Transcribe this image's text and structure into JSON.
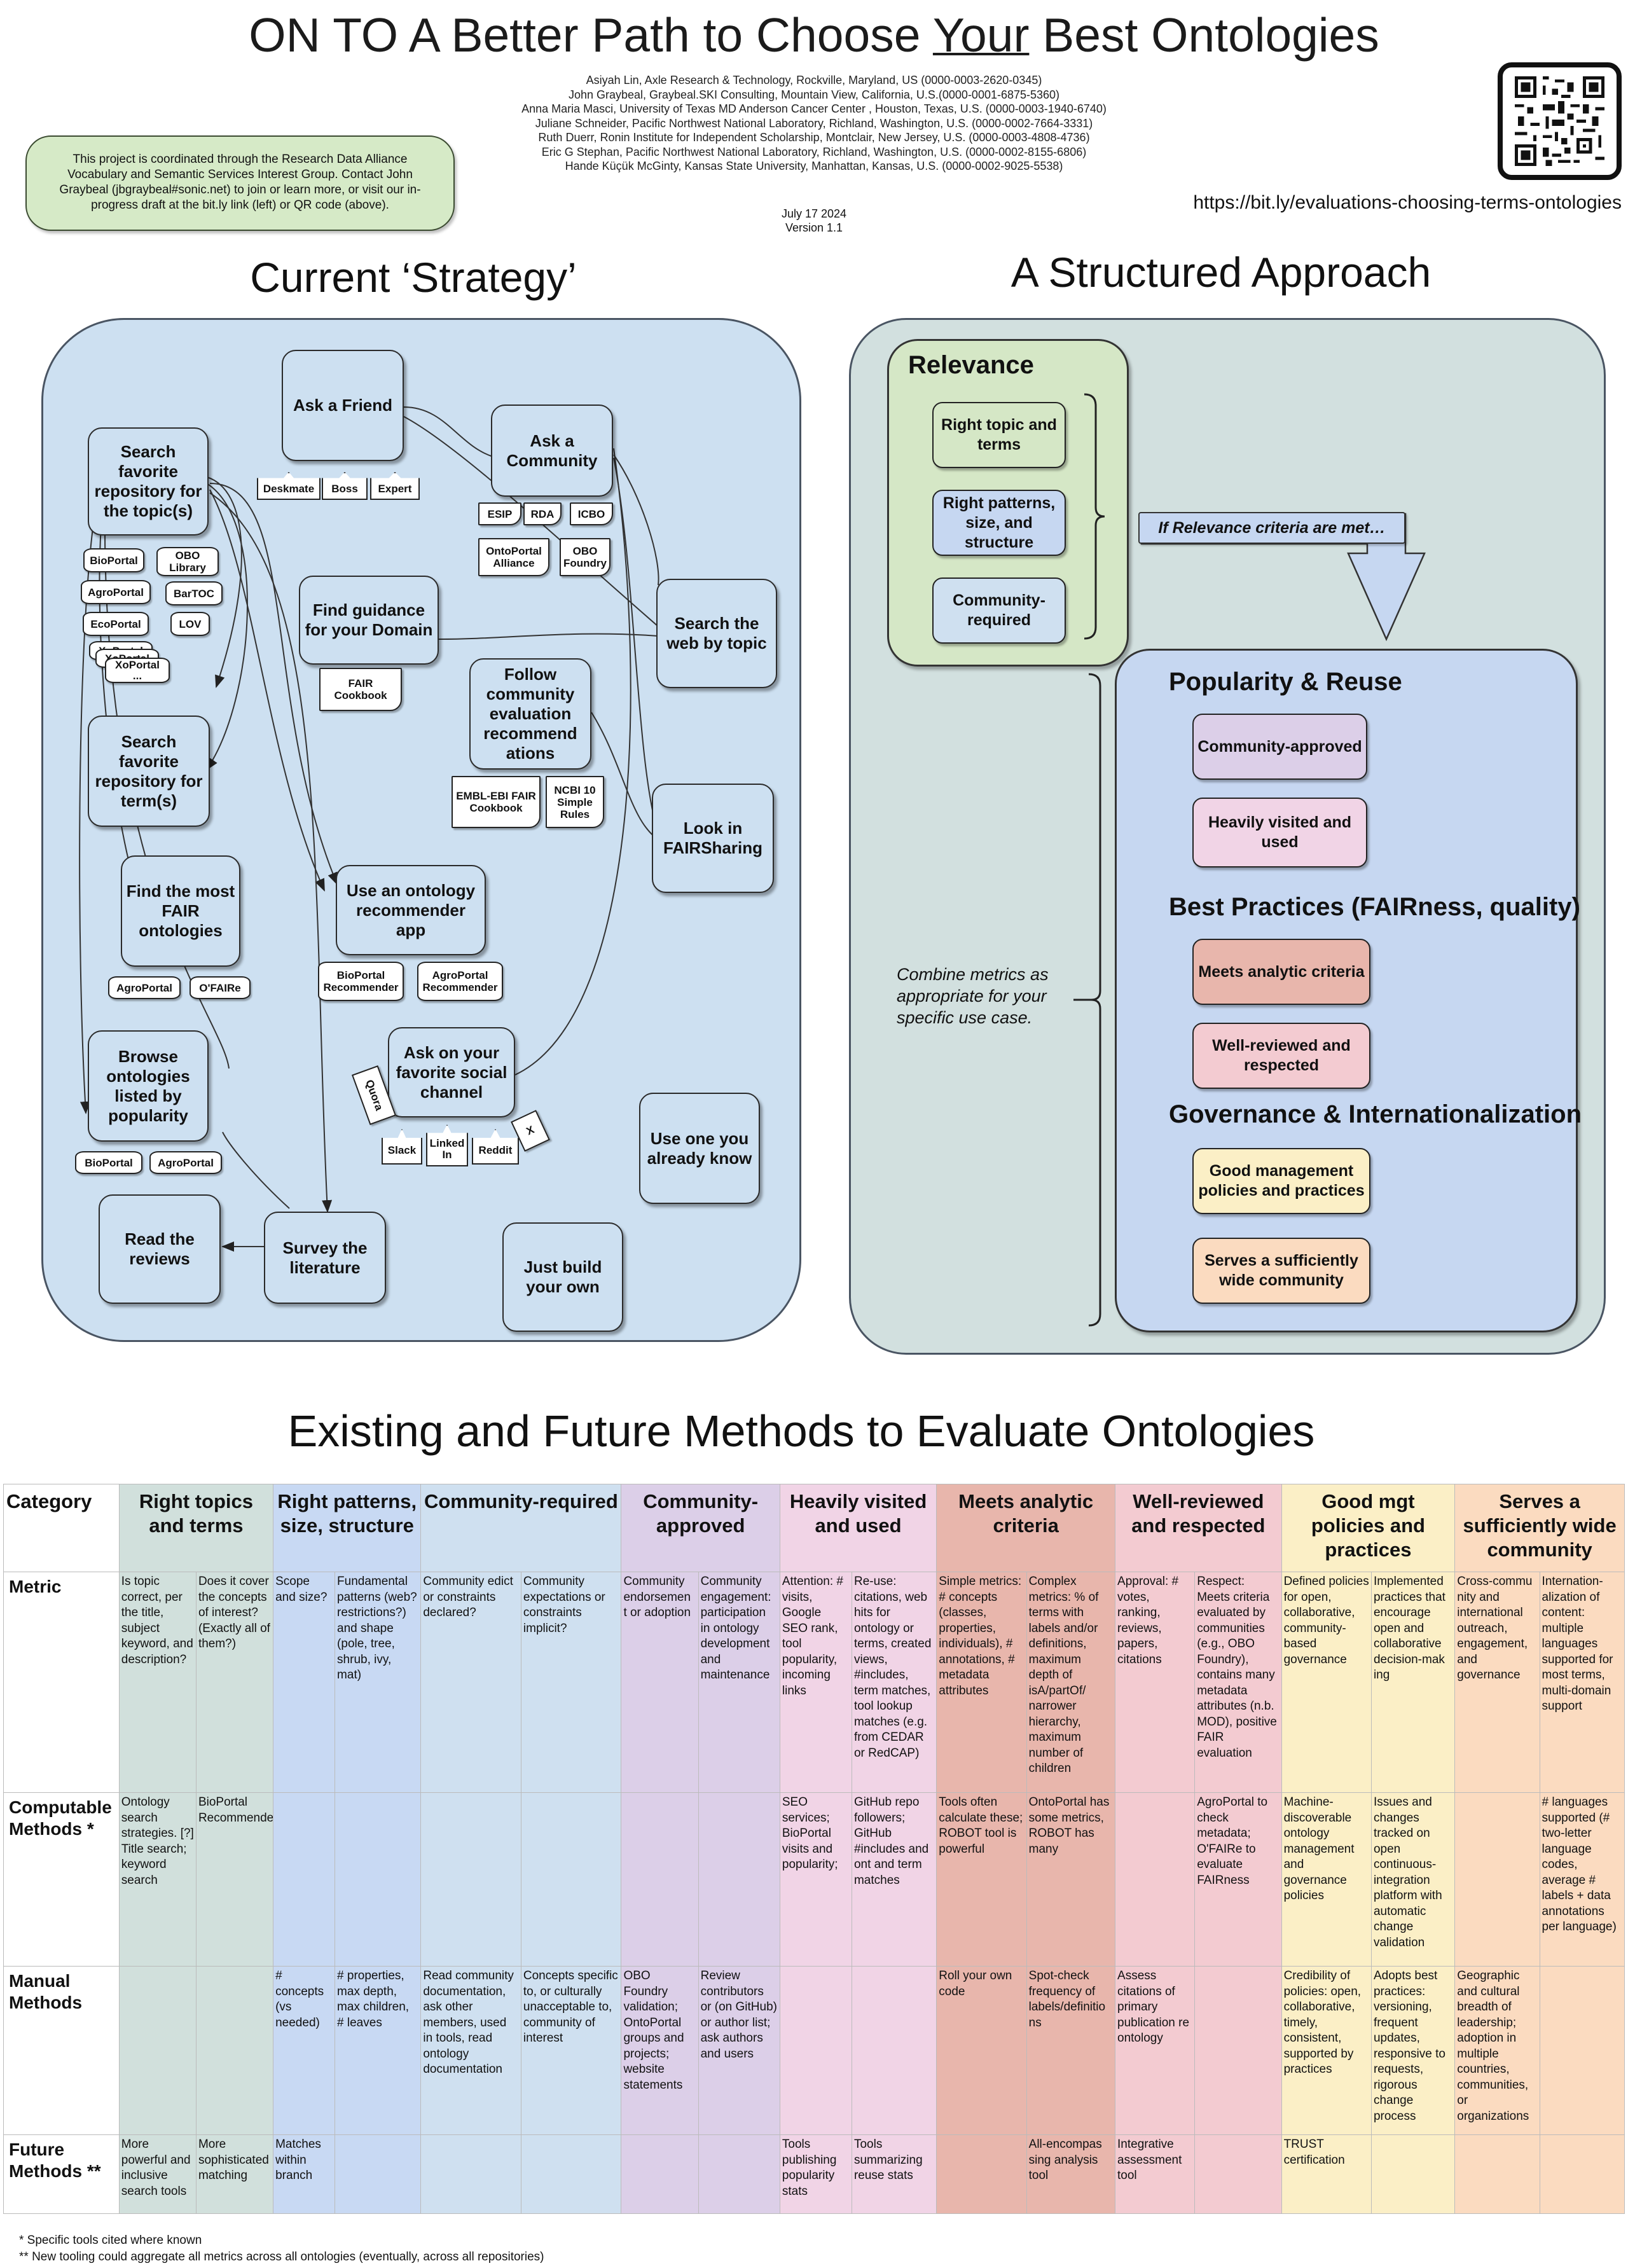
{
  "header": {
    "title_a": "ON TO A Better Path to Choose ",
    "title_b": "Your",
    "title_c": " Best Ontologies",
    "authors": [
      "Asiyah Lin, Axle Research & Technology, Rockville, Maryland, US (0000-0003-2620-0345)",
      "John Graybeal, Graybeal.SKI Consulting, Mountain View, California, U.S.(0000-0001-6875-5360)",
      "Anna Maria Masci, University of Texas MD Anderson Cancer Center , Houston, Texas, U.S. (0000-0003-1940-6740)",
      "Juliane Schneider, Pacific Northwest National Laboratory, Richland, Washington, U.S. (0000-0002-7664-3331)",
      "Ruth Duerr, Ronin Institute for Independent Scholarship, Montclair, New Jersey, U.S. (0000-0003-4808-4736)",
      "Eric G Stephan, Pacific Northwest National Laboratory, Richland, Washington, U.S. (0000-0002-8155-6806)",
      "Hande Küçük McGinty, Kansas State University, Manhattan, Kansas, U.S. (0000-0002-9025-5538)"
    ],
    "date": "July 17 2024",
    "version": "Version 1.1",
    "note": "This project is coordinated through the Research Data Alliance Vocabulary and Semantic Services Interest Group.  Contact John Graybeal (jbgraybeal#sonic.net) to join or learn more, or visit our in-progress draft at the bit.ly link (left) or QR code (above).",
    "link": "https://bit.ly/evaluations-choosing-terms-ontologies"
  },
  "left": {
    "title": "Current ‘Strategy’",
    "boxes": {
      "ask_friend": "Ask a Friend",
      "ask_community": "Ask a Community",
      "search_repo_topic": "Search favorite repository for the topic(s)",
      "find_guidance": "Find guidance for your Domain",
      "search_web": "Search the web by topic",
      "follow_community": "Follow community evaluation recommend ations",
      "search_repo_term": "Search favorite repository for term(s)",
      "look_fairsharing": "Look in FAIRSharing",
      "find_fair": "Find the most FAIR ontologies",
      "recommender_app": "Use an ontology recommender app",
      "browse": "Browse ontologies listed by popularity",
      "ask_social": "Ask on your favorite social channel",
      "use_known": "Use one you already know",
      "read_reviews": "Read the reviews",
      "survey": "Survey the literature",
      "build": "Just build your own"
    },
    "chips": {
      "deskmate": "Deskmate",
      "boss": "Boss",
      "expert": "Expert",
      "esip": "ESIP",
      "rda": "RDA",
      "icbo": "ICBO",
      "ontoportal_alliance": "OntoPortal Alliance",
      "obo_foundry": "OBO Foundry",
      "bioportal": "BioPortal",
      "obo_library": "OBO Library",
      "agroportal": "AgroPortal",
      "bartoc": "BarTOC",
      "ecoportal": "EcoPortal",
      "lov": "LOV",
      "xoportal": "XoPortal",
      "xoportal_more": "...",
      "fair_cookbook": "FAIR Cookbook",
      "embl": "EMBL-EBI FAIR Cookbook",
      "ncbi": "NCBI 10 Simple Rules",
      "agro2": "AgroPortal",
      "ofaire": "O'FAIRe",
      "bio_rec": "BioPortal Recommender",
      "agro_rec": "AgroPortal Recommender",
      "quora": "Quora",
      "slack": "Slack",
      "linkedin": "Linked In",
      "reddit": "Reddit",
      "x": "X",
      "bio3": "BioPortal",
      "agro3": "AgroPortal"
    }
  },
  "right": {
    "title": "A Structured Approach",
    "relevance": "Relevance",
    "right_topic": "Right topic and terms",
    "right_patterns": "Right patterns, size, and structure",
    "community_required": "Community-required",
    "if_met": "If Relevance criteria are met…",
    "popularity": "Popularity & Reuse",
    "community_approved": "Community-approved",
    "heavily_visited": "Heavily visited and used",
    "best_practices": "Best Practices (FAIRness, quality)",
    "meets_analytic": "Meets analytic criteria",
    "well_reviewed": "Well-reviewed and respected",
    "governance": "Governance & Internationalization",
    "good_management": "Good management policies and practices",
    "serves_community": "Serves a sufficiently wide community",
    "combine": "Combine metrics as appropriate for your specific use case."
  },
  "table": {
    "title": "Existing and Future Methods to Evaluate Ontologies",
    "category_label": "Category",
    "categories": [
      "Right topics and terms",
      "Right patterns, size, structure",
      "Community-required",
      "Community-approved",
      "Heavily visited and used",
      "Meets analytic criteria",
      "Well-reviewed and respected",
      "Good mgt policies and practices",
      "Serves a sufficiently wide community"
    ],
    "row_labels": [
      "Metric",
      "Computable Methods *",
      "Manual Methods",
      "Future Methods **"
    ],
    "rows": [
      [
        "Is topic correct, per the title, subject keyword, and description?",
        "Does it cover the concepts  of interest? (Exactly all  of them?)",
        "Scope and size?",
        "Fundamental patterns (web? restrictions?) and shape (pole, tree, shrub, ivy, mat)",
        "Community edict or constraints declared?",
        "Community expectations or constraints implicit?",
        "Community endorsemen t or adoption",
        "Community engagement: participation in ontology development and maintenance",
        "Attention: # visits, Google SEO rank, tool popularity, incoming links",
        "Re-use: citations, web hits for ontology or terms, created views, #includes, term matches, tool lookup matches (e.g. from CEDAR or RedCAP)",
        "Simple metrics: # concepts (classes, properties, individuals), # annotations, # metadata attributes",
        "Complex metrics: % of terms with labels and/or definitions, maximum depth of isA/partOf/ narrower hierarchy, maximum number of children",
        "Approval: # votes, ranking, reviews, papers, citations",
        "Respect: Meets criteria evaluated by communities (e.g., OBO Foundry), contains many metadata attributes (n.b. MOD), positive FAIR evaluation",
        "Defined policies for open, collaborative, community-based governance",
        "Implemented practices that encourage open and collaborative decision-mak ing",
        "Cross-commu nity and international outreach, engagement, and governance",
        "Internation-alization of content: multiple languages supported for most terms, multi-domain support"
      ],
      [
        "Ontology search strategies. [?] Title search; keyword search",
        "BioPortal Recommender",
        "",
        "",
        "",
        "",
        "",
        "",
        "SEO services; BioPortal visits and popularity;",
        "GitHub repo followers; GitHub #includes and ont and term matches",
        "Tools often calculate these; ROBOT tool is powerful",
        "OntoPortal has some metrics, ROBOT has many",
        "",
        "AgroPortal to check metadata; O'FAIRe to evaluate FAIRness",
        "Machine-discoverable ontology management and governance policies",
        "Issues and changes tracked on open continuous-integration platform with automatic change validation",
        "",
        "# languages supported (# two-letter language codes, average # labels + data annotations per language)"
      ],
      [
        "",
        "",
        "# concepts (vs needed)",
        "# properties, max depth, max children, # leaves",
        "Read community documentation, ask other members, used in tools, read ontology documentation",
        "Concepts specific to, or culturally unacceptable to, community of interest",
        "OBO Foundry validation; OntoPortal groups and projects; website statements",
        "Review contributors or (on GitHub) or author list; ask authors and users",
        "",
        "",
        "Roll your own code",
        "Spot-check frequency of labels/definitio ns",
        "Assess citations of primary publication re ontology",
        "",
        "Credibility of policies: open, collaborative, timely, consistent, supported by practices",
        "Adopts best practices: versioning, frequent updates, responsive to requests, rigorous change process",
        "Geographic and cultural breadth of leadership; adoption in multiple countries, communities, or organizations",
        ""
      ],
      [
        "More powerful and inclusive search tools",
        "More sophisticated matching",
        "Matches within branch",
        "",
        "",
        "",
        "",
        "",
        "Tools publishing popularity stats",
        "Tools summarizing reuse stats",
        "",
        "All-encompas sing analysis tool",
        "Integrative assessment tool",
        "",
        "TRUST certification",
        "",
        "",
        ""
      ]
    ],
    "colors": [
      "#d1e0dc",
      "#c8d9f3",
      "#cfe0f0",
      "#dccfe8",
      "#f1d4e6",
      "#e8b6ac",
      "#f3cbd1",
      "#fbefc6",
      "#fbdbc0"
    ],
    "footnote1": "*   Specific tools cited where known",
    "footnote2": "** New tooling could aggregate all metrics across all ontologies (eventually, across all repositories)"
  }
}
